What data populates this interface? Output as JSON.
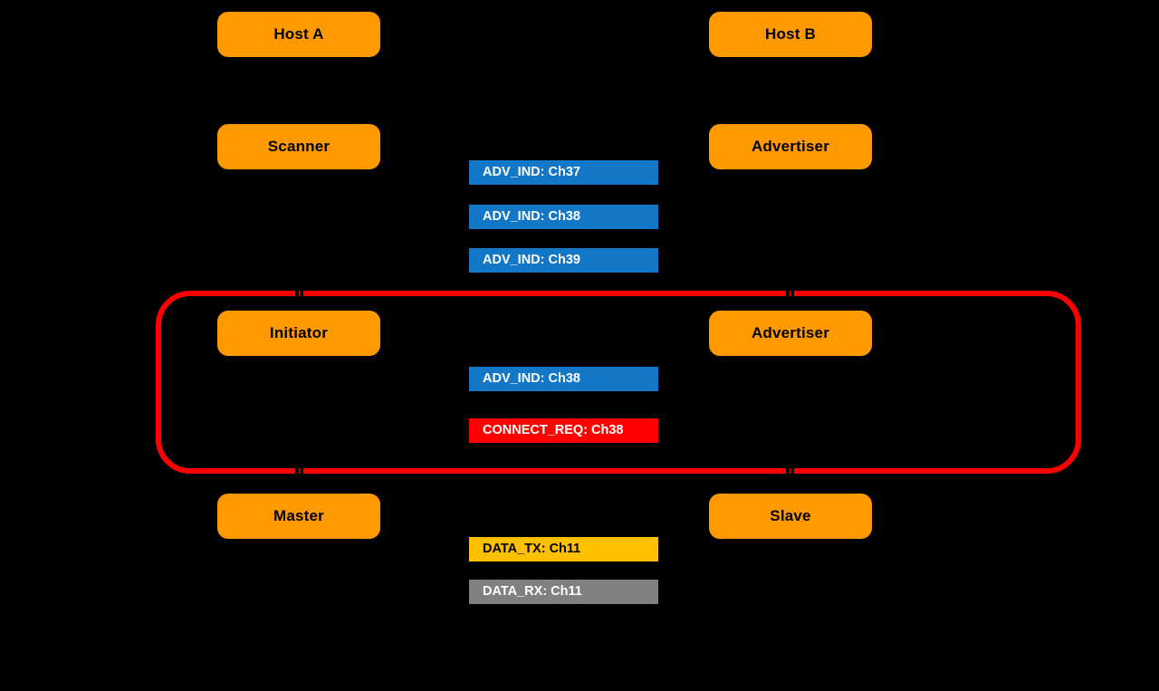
{
  "title": "BLE connection establishment sequence diagram",
  "colors": {
    "background": "#000000",
    "role_box_fill": "#FF9900",
    "role_box_text": "#000000",
    "adv_blue": "#1377C8",
    "connect_red": "#FF0000",
    "data_tx_gold": "#FFC000",
    "data_rx_gray": "#808080",
    "bar_text_light": "#FFFFFF",
    "bar_text_dark": "#000000",
    "highlight_border": "#FF0000"
  },
  "roles": [
    {
      "label": "Host A",
      "column": "left",
      "row": "host"
    },
    {
      "label": "Host B",
      "column": "right",
      "row": "host"
    },
    {
      "label": "Scanner",
      "column": "left",
      "row": "advertising"
    },
    {
      "label": "Advertiser",
      "column": "right",
      "row": "advertising"
    },
    {
      "label": "Initiator",
      "column": "left",
      "row": "connecting"
    },
    {
      "label": "Advertiser",
      "column": "right",
      "row": "connecting"
    },
    {
      "label": "Master",
      "column": "left",
      "row": "connected"
    },
    {
      "label": "Slave",
      "column": "right",
      "row": "connected"
    }
  ],
  "messages": [
    {
      "label": "ADV_IND: Ch37",
      "color": "#1377C8",
      "text_color": "#FFFFFF"
    },
    {
      "label": "ADV_IND: Ch38",
      "color": "#1377C8",
      "text_color": "#FFFFFF"
    },
    {
      "label": "ADV_IND: Ch39",
      "color": "#1377C8",
      "text_color": "#FFFFFF"
    },
    {
      "label": "ADV_IND: Ch38",
      "color": "#1377C8",
      "text_color": "#FFFFFF"
    },
    {
      "label": "CONNECT_REQ: Ch38",
      "color": "#FF0000",
      "text_color": "#FFFFFF"
    },
    {
      "label": "DATA_TX: Ch11",
      "color": "#FFC000",
      "text_color": "#000000"
    },
    {
      "label": "DATA_RX: Ch11",
      "color": "#808080",
      "text_color": "#FFFFFF"
    }
  ],
  "highlight": {
    "description": "connection-request exchange highlight"
  }
}
